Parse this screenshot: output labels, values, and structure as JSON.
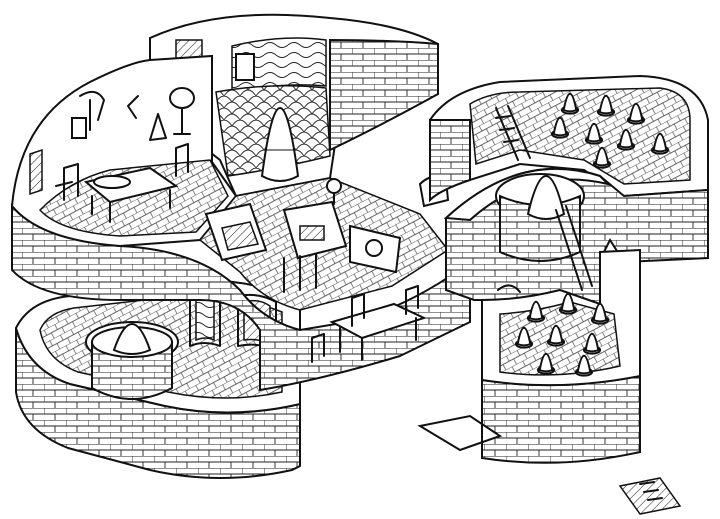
{
  "illustration": {
    "style": "black-and-white isometric cutaway line drawing",
    "subject_icon": "bunker-cutaway-icon",
    "colors": {
      "ink": "#111111",
      "paper": "#ffffff"
    },
    "spikes_in_right_chamber": 8,
    "spikes_in_lower_right_bay": 8
  }
}
